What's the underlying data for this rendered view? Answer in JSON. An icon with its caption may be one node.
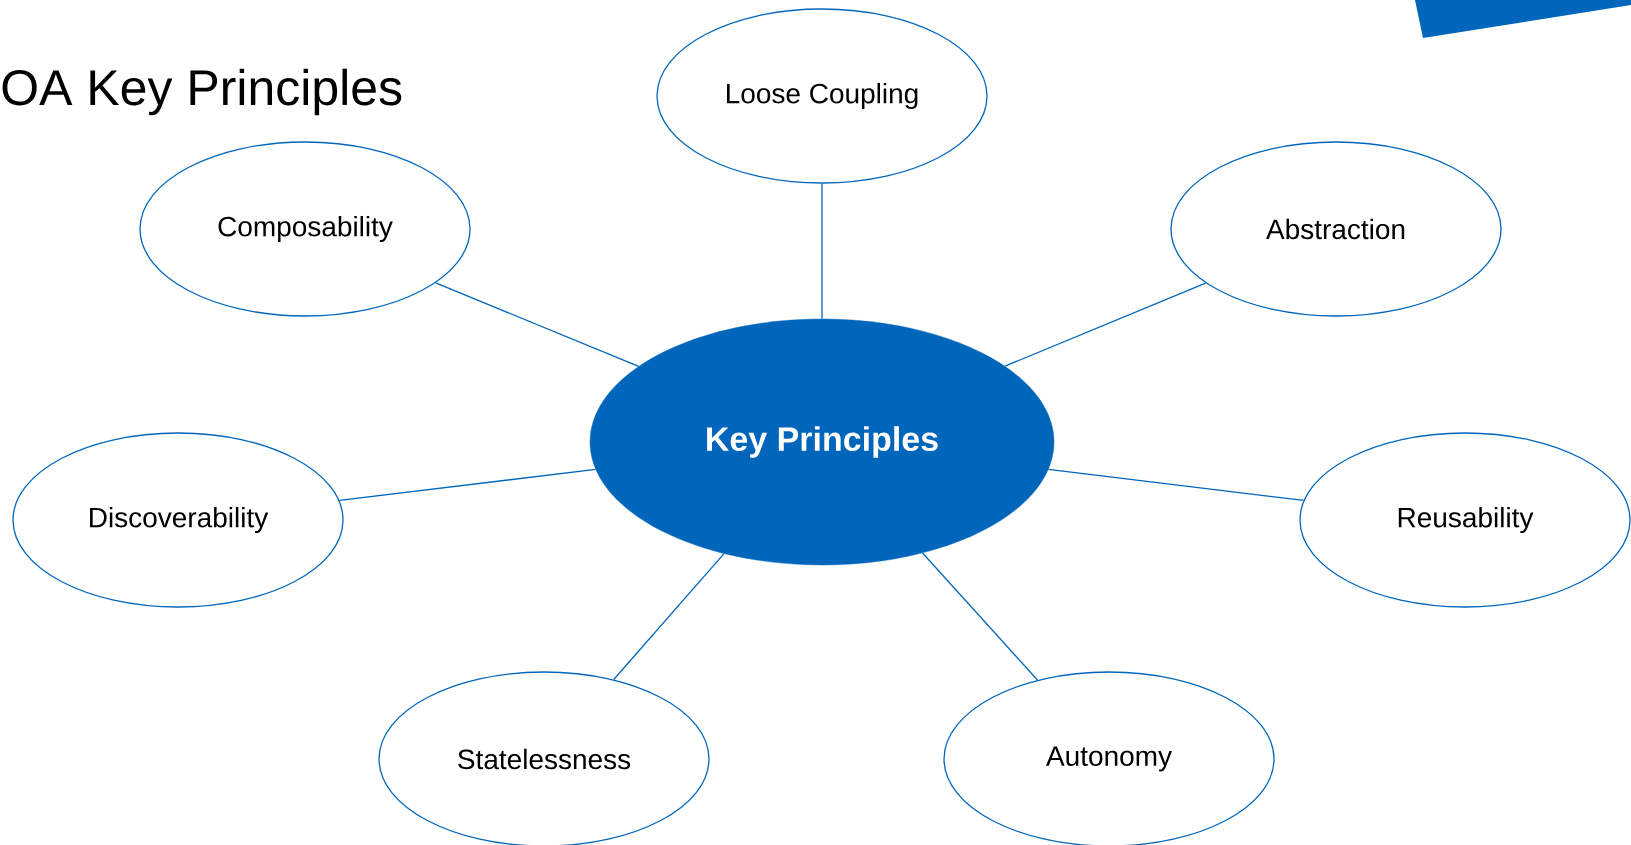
{
  "diagram": {
    "title": "OA Key Principles",
    "nodes": [
      {
        "text": [
          "Loose Coupling"
        ]
      },
      {
        "text": [
          "Composability"
        ]
      },
      {
        "text": [
          "Abstraction"
        ]
      },
      {
        "text": [
          "Key Principles"
        ]
      },
      {
        "text": [
          "Discoverability"
        ]
      },
      {
        "text": [
          "Reusability"
        ]
      },
      {
        "text": [
          "Statelessness"
        ]
      },
      {
        "text": [
          "Autonomy"
        ]
      }
    ],
    "edges": [
      {
        "from": 3,
        "to": 0,
        "arrow": "none"
      },
      {
        "from": 3,
        "to": 1,
        "arrow": "none"
      },
      {
        "from": 3,
        "to": 2,
        "arrow": "none"
      },
      {
        "from": 3,
        "to": 4,
        "arrow": "none"
      },
      {
        "from": 3,
        "to": 5,
        "arrow": "none"
      },
      {
        "from": 3,
        "to": 6,
        "arrow": "none"
      },
      {
        "from": 3,
        "to": 7,
        "arrow": "none"
      }
    ]
  }
}
